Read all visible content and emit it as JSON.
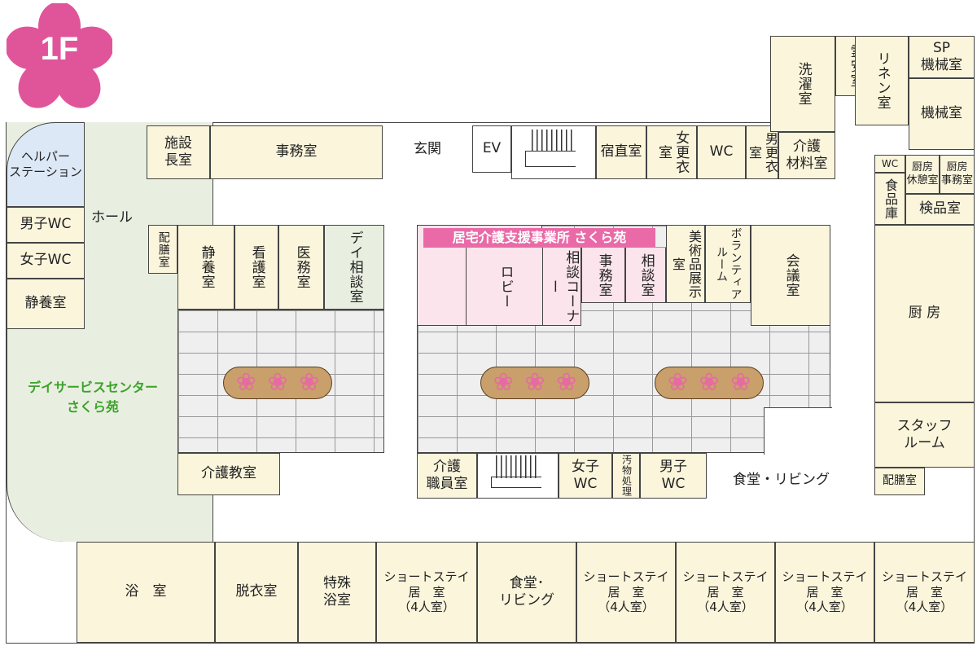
{
  "floor": {
    "label": "1F",
    "badge_color": "#e0559a"
  },
  "colors": {
    "room_fill": "#fbf5dc",
    "day_service_fill": "#e8efe0",
    "helper_fill": "#dde8f6",
    "office_fill": "#fbe4ec",
    "office_header": "#e96aa7",
    "green_text": "#3aa329",
    "tile_fill": "#efefef",
    "planter_fill": "#c9a06b",
    "flower_color": "#e66aa3"
  },
  "rooms": {
    "helper_station": "ヘルパー\nステーション",
    "mens_wc": "男子WC",
    "womens_wc": "女子WC",
    "quiet_room_left": "静養室",
    "hall": "ホール",
    "director_room": "施設\n長室",
    "office_main": "事務室",
    "entrance": "玄関",
    "ev": "EV",
    "night_duty": "宿直室",
    "womens_changing": "女更衣室",
    "wc_top": "WC",
    "mens_changing": "男更衣室",
    "care_supplies": "介護\n材料室",
    "laundry": "洗濯室",
    "mortuary": "霊安室",
    "linen": "リネン室",
    "sp_machine": "SP\n機械室",
    "machine": "機械室",
    "wc_small": "WC",
    "kitchen_rest": "厨房\n休憩室",
    "kitchen_office": "厨房\n事務室",
    "food_storage": "食品庫",
    "inspection": "検品室",
    "kitchen": "厨 房",
    "staff_room": "スタッフ\nルーム",
    "serving_right": "配膳室",
    "serving_left": "配膳室",
    "quiet_room": "静養室",
    "nursing": "看護室",
    "medical": "医務室",
    "day_consult": "デイ相談室",
    "care_class": "介護教室",
    "home_care_office": "居宅介護支援事業所 さくら苑",
    "lobby": "ロビー",
    "consult_corner": "相談コーナー",
    "office_small": "事務室",
    "consult_room": "相談室",
    "art_display": "美術品展示室",
    "volunteer": "ボランティアルーム",
    "meeting": "会議室",
    "care_staff": "介護\n職員室",
    "womens_wc_mid": "女子\nWC",
    "soiled": "汚物処理",
    "mens_wc_mid": "男子\nWC",
    "dining_living": "食堂・リビング",
    "bath": "浴　室",
    "undressing": "脱衣室",
    "special_bath": "特殊\n浴室",
    "short_stay": "ショートステイ\n居　室\n（4人室）",
    "dining_bottom": "食堂･\nリビング"
  },
  "day_service_label": "デイサービスセンター\nさくら苑",
  "bottom_row": [
    "ショートステイ\n居　室\n（4人室）",
    "ショートステイ\n居　室\n（4人室）",
    "ショートステイ\n居　室\n（4人室）",
    "ショートステイ\n居　室\n（4人室）"
  ],
  "icons": {
    "flower": "cherry-blossom-icon",
    "stairs": "stairs-icon"
  }
}
